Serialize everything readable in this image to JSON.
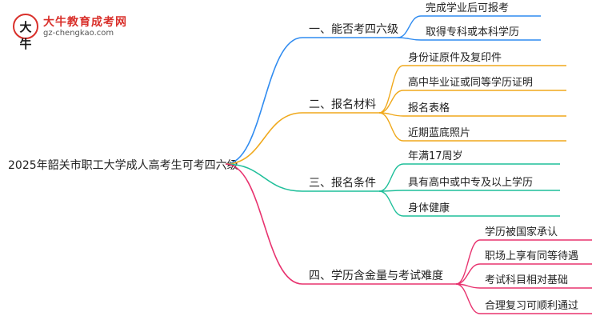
{
  "logo": {
    "badge_text": "大牛",
    "title": "大牛教育成考网",
    "url": "gz-chengkao.com"
  },
  "root": "2025年韶关市职工大学成人高考生可考四六级",
  "branches": [
    {
      "label": "一、能否考四六级",
      "color": "#2f8bf0",
      "children": [
        "完成学业后可报考",
        "取得专科或本科学历"
      ]
    },
    {
      "label": "二、报名材料",
      "color": "#f0a91c",
      "children": [
        "身份证原件及复印件",
        "高中毕业证或同等学历证明",
        "报名表格",
        "近期蓝底照片"
      ]
    },
    {
      "label": "三、报名条件",
      "color": "#1fbf9a",
      "children": [
        "年满17周岁",
        "具有高中或中专及以上学历",
        "身体健康"
      ]
    },
    {
      "label": "四、学历含金量与考试难度",
      "color": "#e8336f",
      "children": [
        "学历被国家承认",
        "职场上享有同等待遇",
        "考试科目相对基础",
        "合理复习可顺利通过"
      ]
    }
  ]
}
